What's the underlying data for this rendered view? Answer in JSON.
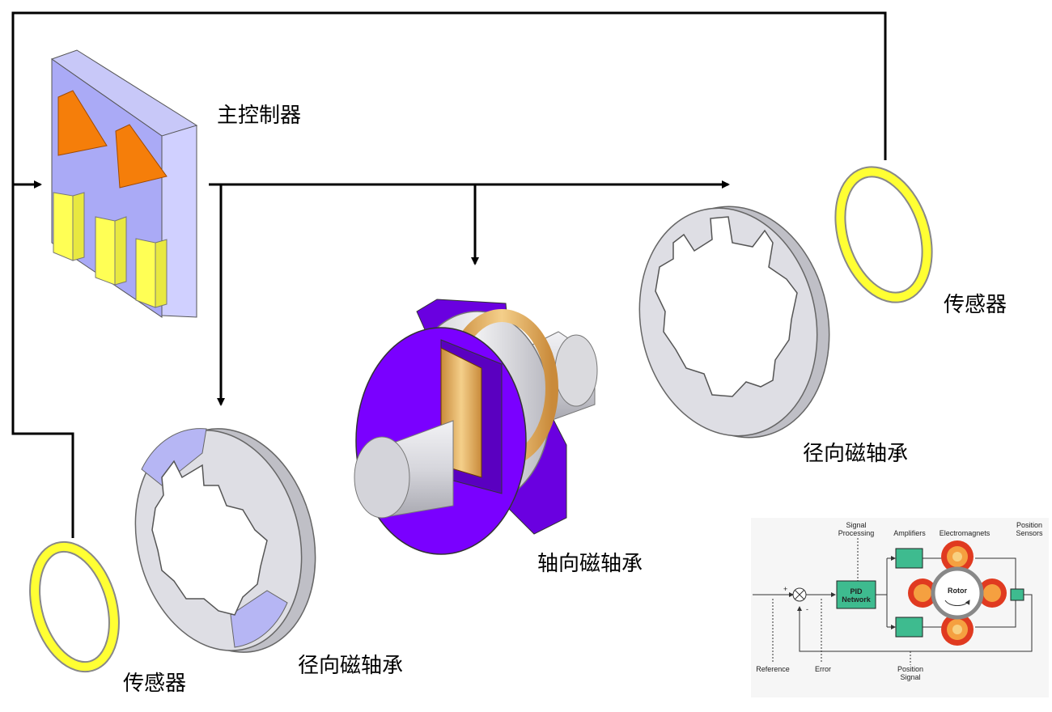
{
  "labels": {
    "controller": "主控制器",
    "sensor_right": "传感器",
    "sensor_left": "传感器",
    "radial_bearing_right": "径向磁轴承",
    "radial_bearing_left": "径向磁轴承",
    "axial_bearing": "轴向磁轴承"
  },
  "inset": {
    "signal_processing_1": "Signal",
    "signal_processing_2": "Processing",
    "amplifiers": "Amplifiers",
    "electromagnets": "Electromagnets",
    "position_sensors_1": "Position",
    "position_sensors_2": "Sensors",
    "pid_1": "PID",
    "pid_2": "Network",
    "rotor": "Rotor",
    "plus": "+",
    "minus": "-",
    "reference": "Reference",
    "error": "Error",
    "position_signal_1": "Position",
    "position_signal_2": "Signal"
  },
  "colors": {
    "controller_face": "#aaaaf6",
    "controller_side": "#d0d0ff",
    "triangle": "#f57e0a",
    "bar": "#ffff55",
    "bearing_gray": "#dedee4",
    "bearing_blue": "#b6b6f4",
    "axial_purple": "#7a00ff",
    "coil": "#e8b86a",
    "sensor_ring": "#ffff33",
    "box_green": "#3ebb8f"
  }
}
